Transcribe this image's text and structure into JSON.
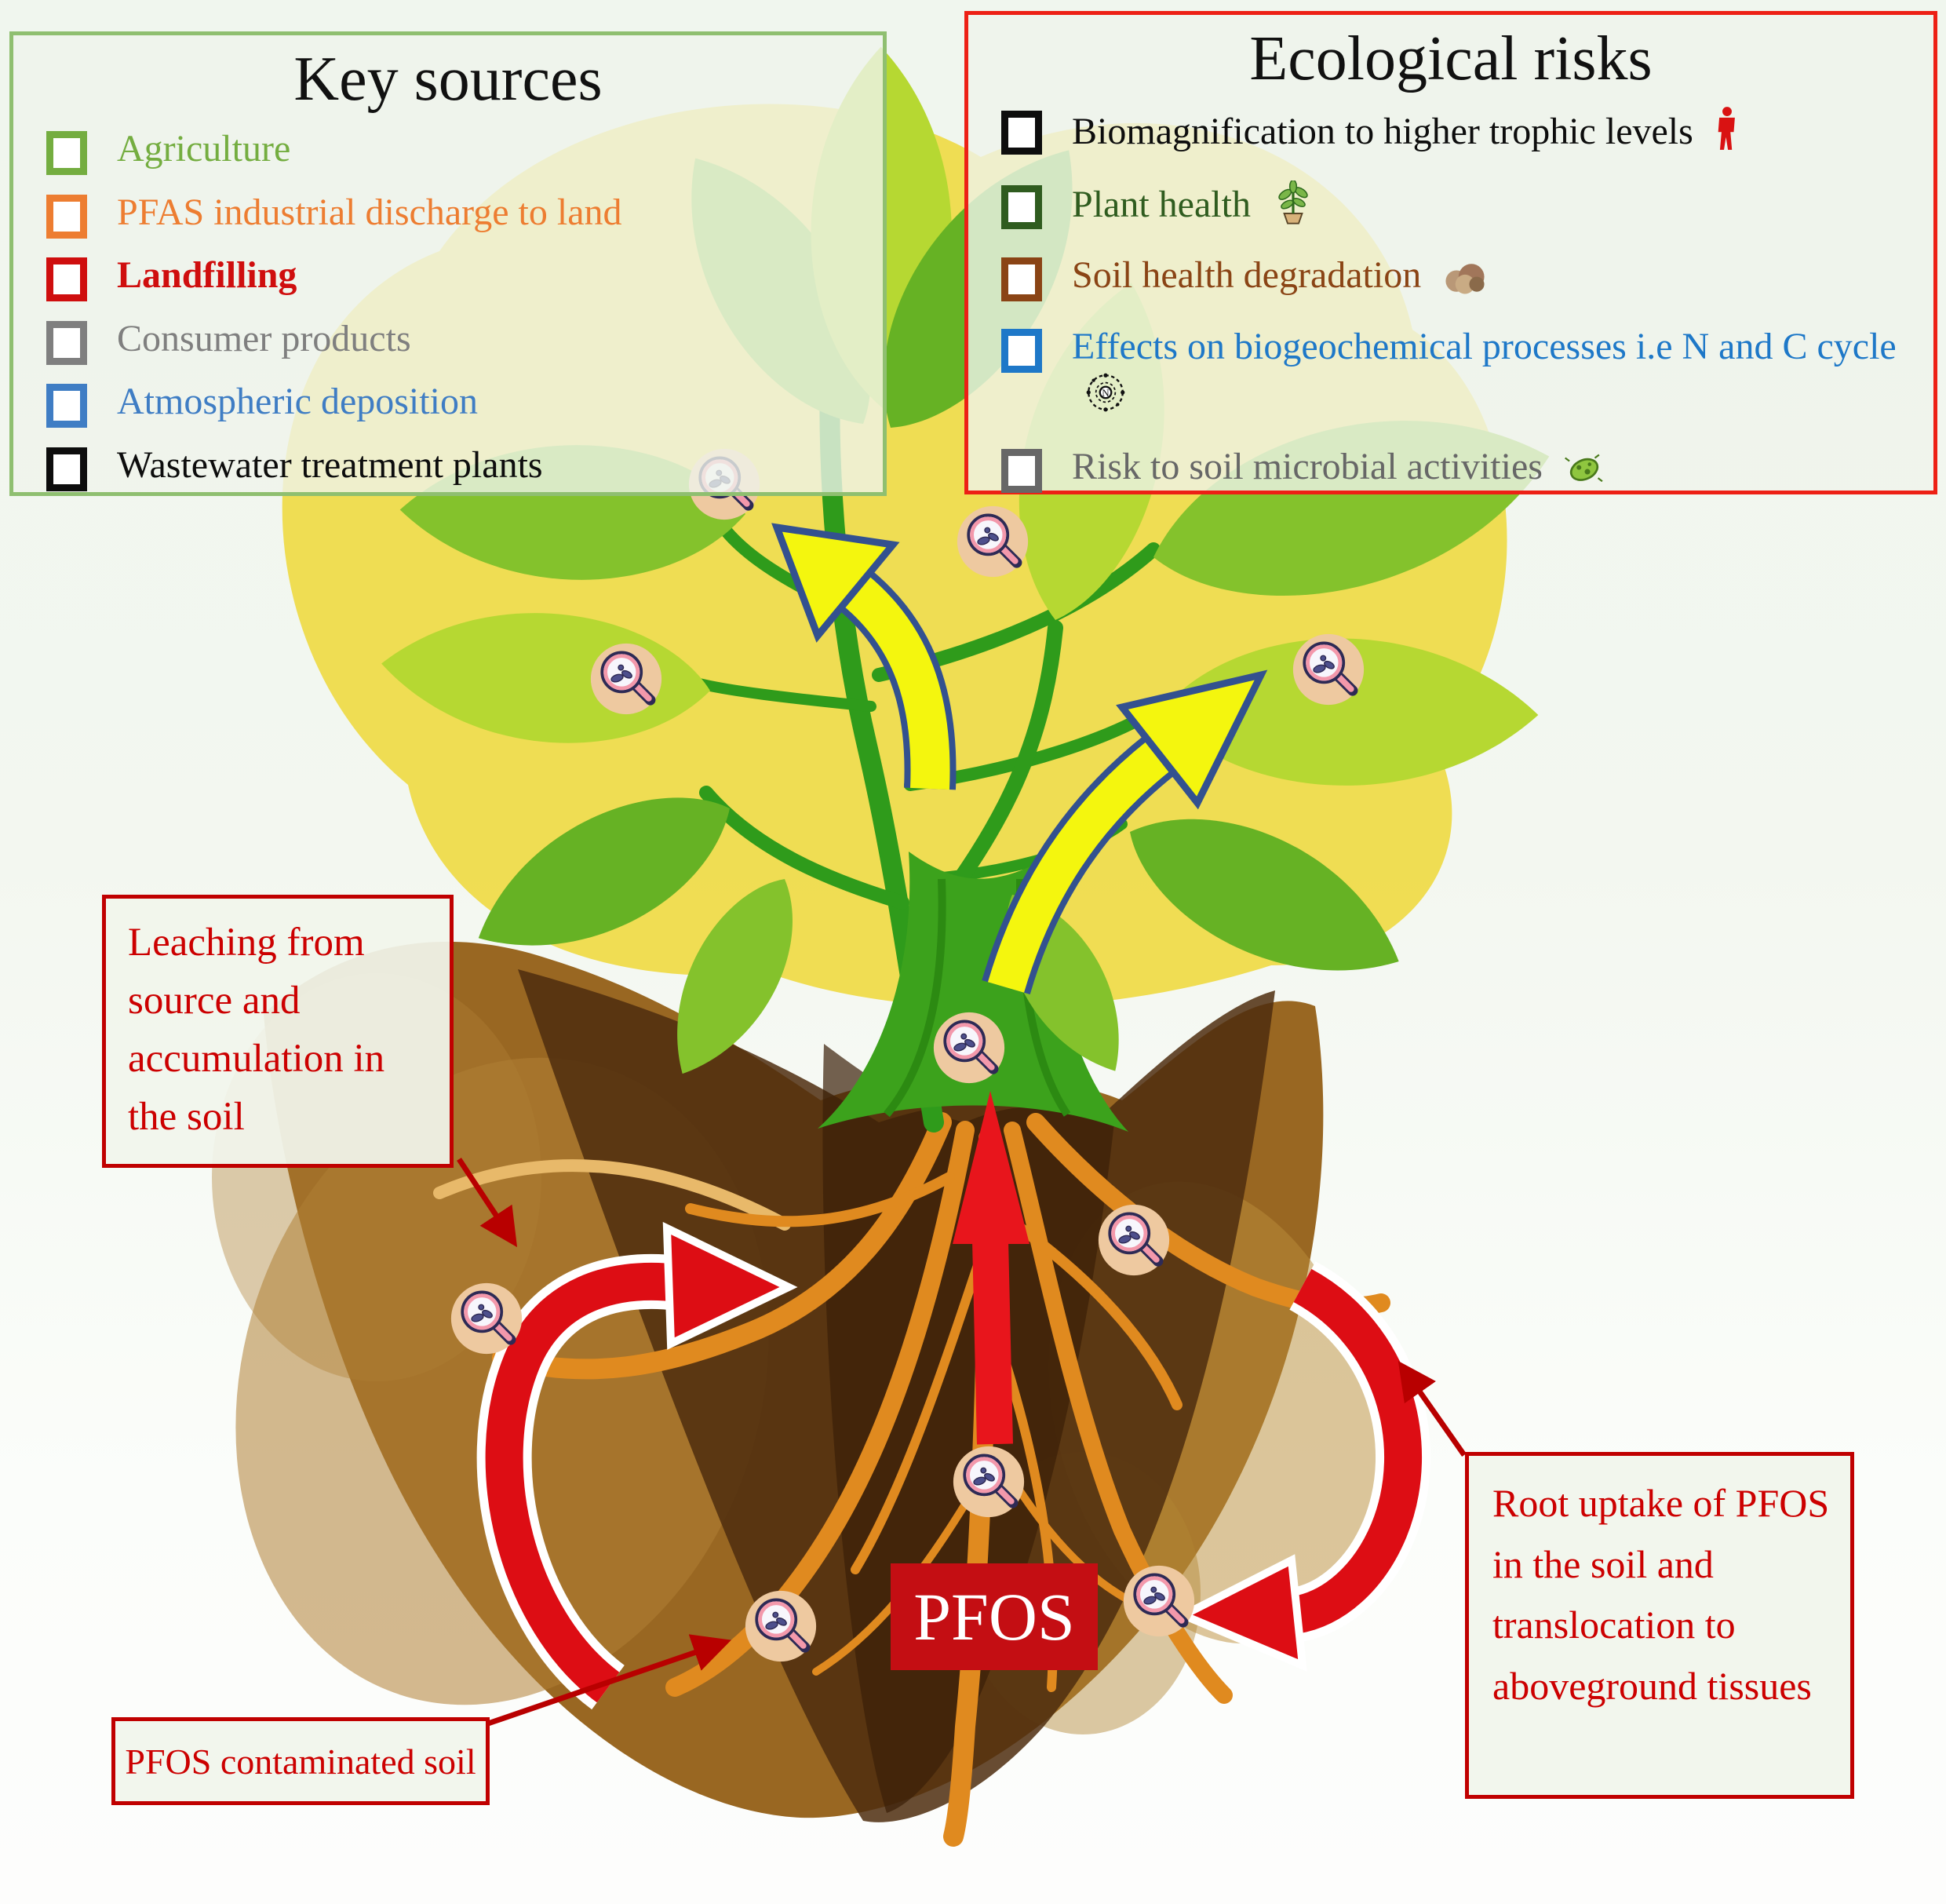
{
  "key_sources": {
    "title": "Key sources",
    "items": [
      {
        "label": "Agriculture",
        "color": "#74ad40"
      },
      {
        "label": "PFAS industrial discharge to land",
        "color": "#ed7d31"
      },
      {
        "label": "Landfilling",
        "color": "#cf0e0e"
      },
      {
        "label": "Consumer products",
        "color": "#7f7f7f"
      },
      {
        "label": "Atmospheric deposition",
        "color": "#3f7dc4"
      },
      {
        "label": "Wastewater treatment plants",
        "color": "#0d0d0d"
      }
    ]
  },
  "ecological_risks": {
    "title": "Ecological risks",
    "atom_letter": "N",
    "items": [
      {
        "label": "Biomagnification to higher trophic levels",
        "color": "#0d0d0d",
        "icon": "human-figure-icon"
      },
      {
        "label": "Plant health",
        "color": "#2f5c1f",
        "icon": "potted-plant-icon"
      },
      {
        "label": "Soil health degradation",
        "color": "#8a4415",
        "icon": "soil-clump-icon"
      },
      {
        "label": "Effects on biogeochemical processes i.e N and C cycle",
        "color": "#1e78c8",
        "icon": "nitrogen-atom-icon"
      },
      {
        "label": "Risk to soil microbial activities",
        "color": "#676767",
        "icon": "microbe-icon"
      }
    ]
  },
  "callouts": {
    "leaching": {
      "text": "Leaching from source and accumulation in the soil",
      "color": "#cc0000"
    },
    "root_uptake": {
      "text": "Root uptake of PFOS in the soil and translocation to aboveground tissues",
      "color": "#cc0000"
    },
    "contaminated_soil": {
      "text": "PFOS contaminated soil",
      "color": "#cc0000"
    },
    "pfos_badge": {
      "text": "PFOS",
      "bg": "#c40e13",
      "color": "#ffffff"
    }
  },
  "icons": {
    "magnifier": "magnifying-glass-with-microbes",
    "human": "human-figure",
    "plant": "potted-plant",
    "soil": "soil-clump",
    "atom": "nitrogen-atom",
    "microbe": "microbe"
  },
  "scene_colors": {
    "background": "#f3f7f0",
    "glow_yellow": "#efda45",
    "leaf_light": "#b6d832",
    "leaf_mid": "#84c22c",
    "leaf_dark": "#66b224",
    "stem_green": "#3ca21c",
    "soil_base": "#996722",
    "soil_dark": "#4e2d0e",
    "root_orange": "#e08a1f",
    "arrow_red": "#e8151c",
    "arrow_yellow": "#f4f60e",
    "arrow_outline_blue": "#33518f"
  }
}
